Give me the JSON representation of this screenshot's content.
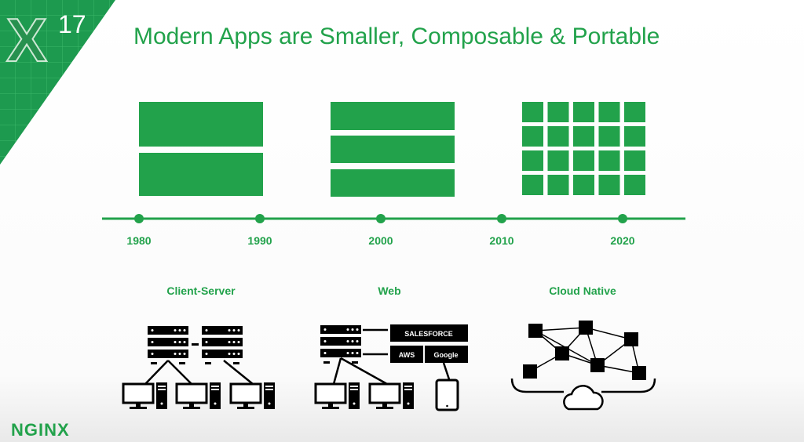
{
  "event_badge": {
    "letter": "X",
    "number": "17"
  },
  "title": "Modern Apps are Smaller, Composable & Portable",
  "timeline": {
    "years": [
      "1980",
      "1990",
      "2000",
      "2010",
      "2020"
    ]
  },
  "eras": [
    {
      "label": "Client-Server"
    },
    {
      "label": "Web"
    },
    {
      "label": "Cloud Native"
    }
  ],
  "web_services": {
    "top": "SALESFORCE",
    "left": "AWS",
    "right": "Google"
  },
  "footer_logo": "NGINX",
  "colors": {
    "accent": "#22a24b",
    "dark": "#000000"
  }
}
